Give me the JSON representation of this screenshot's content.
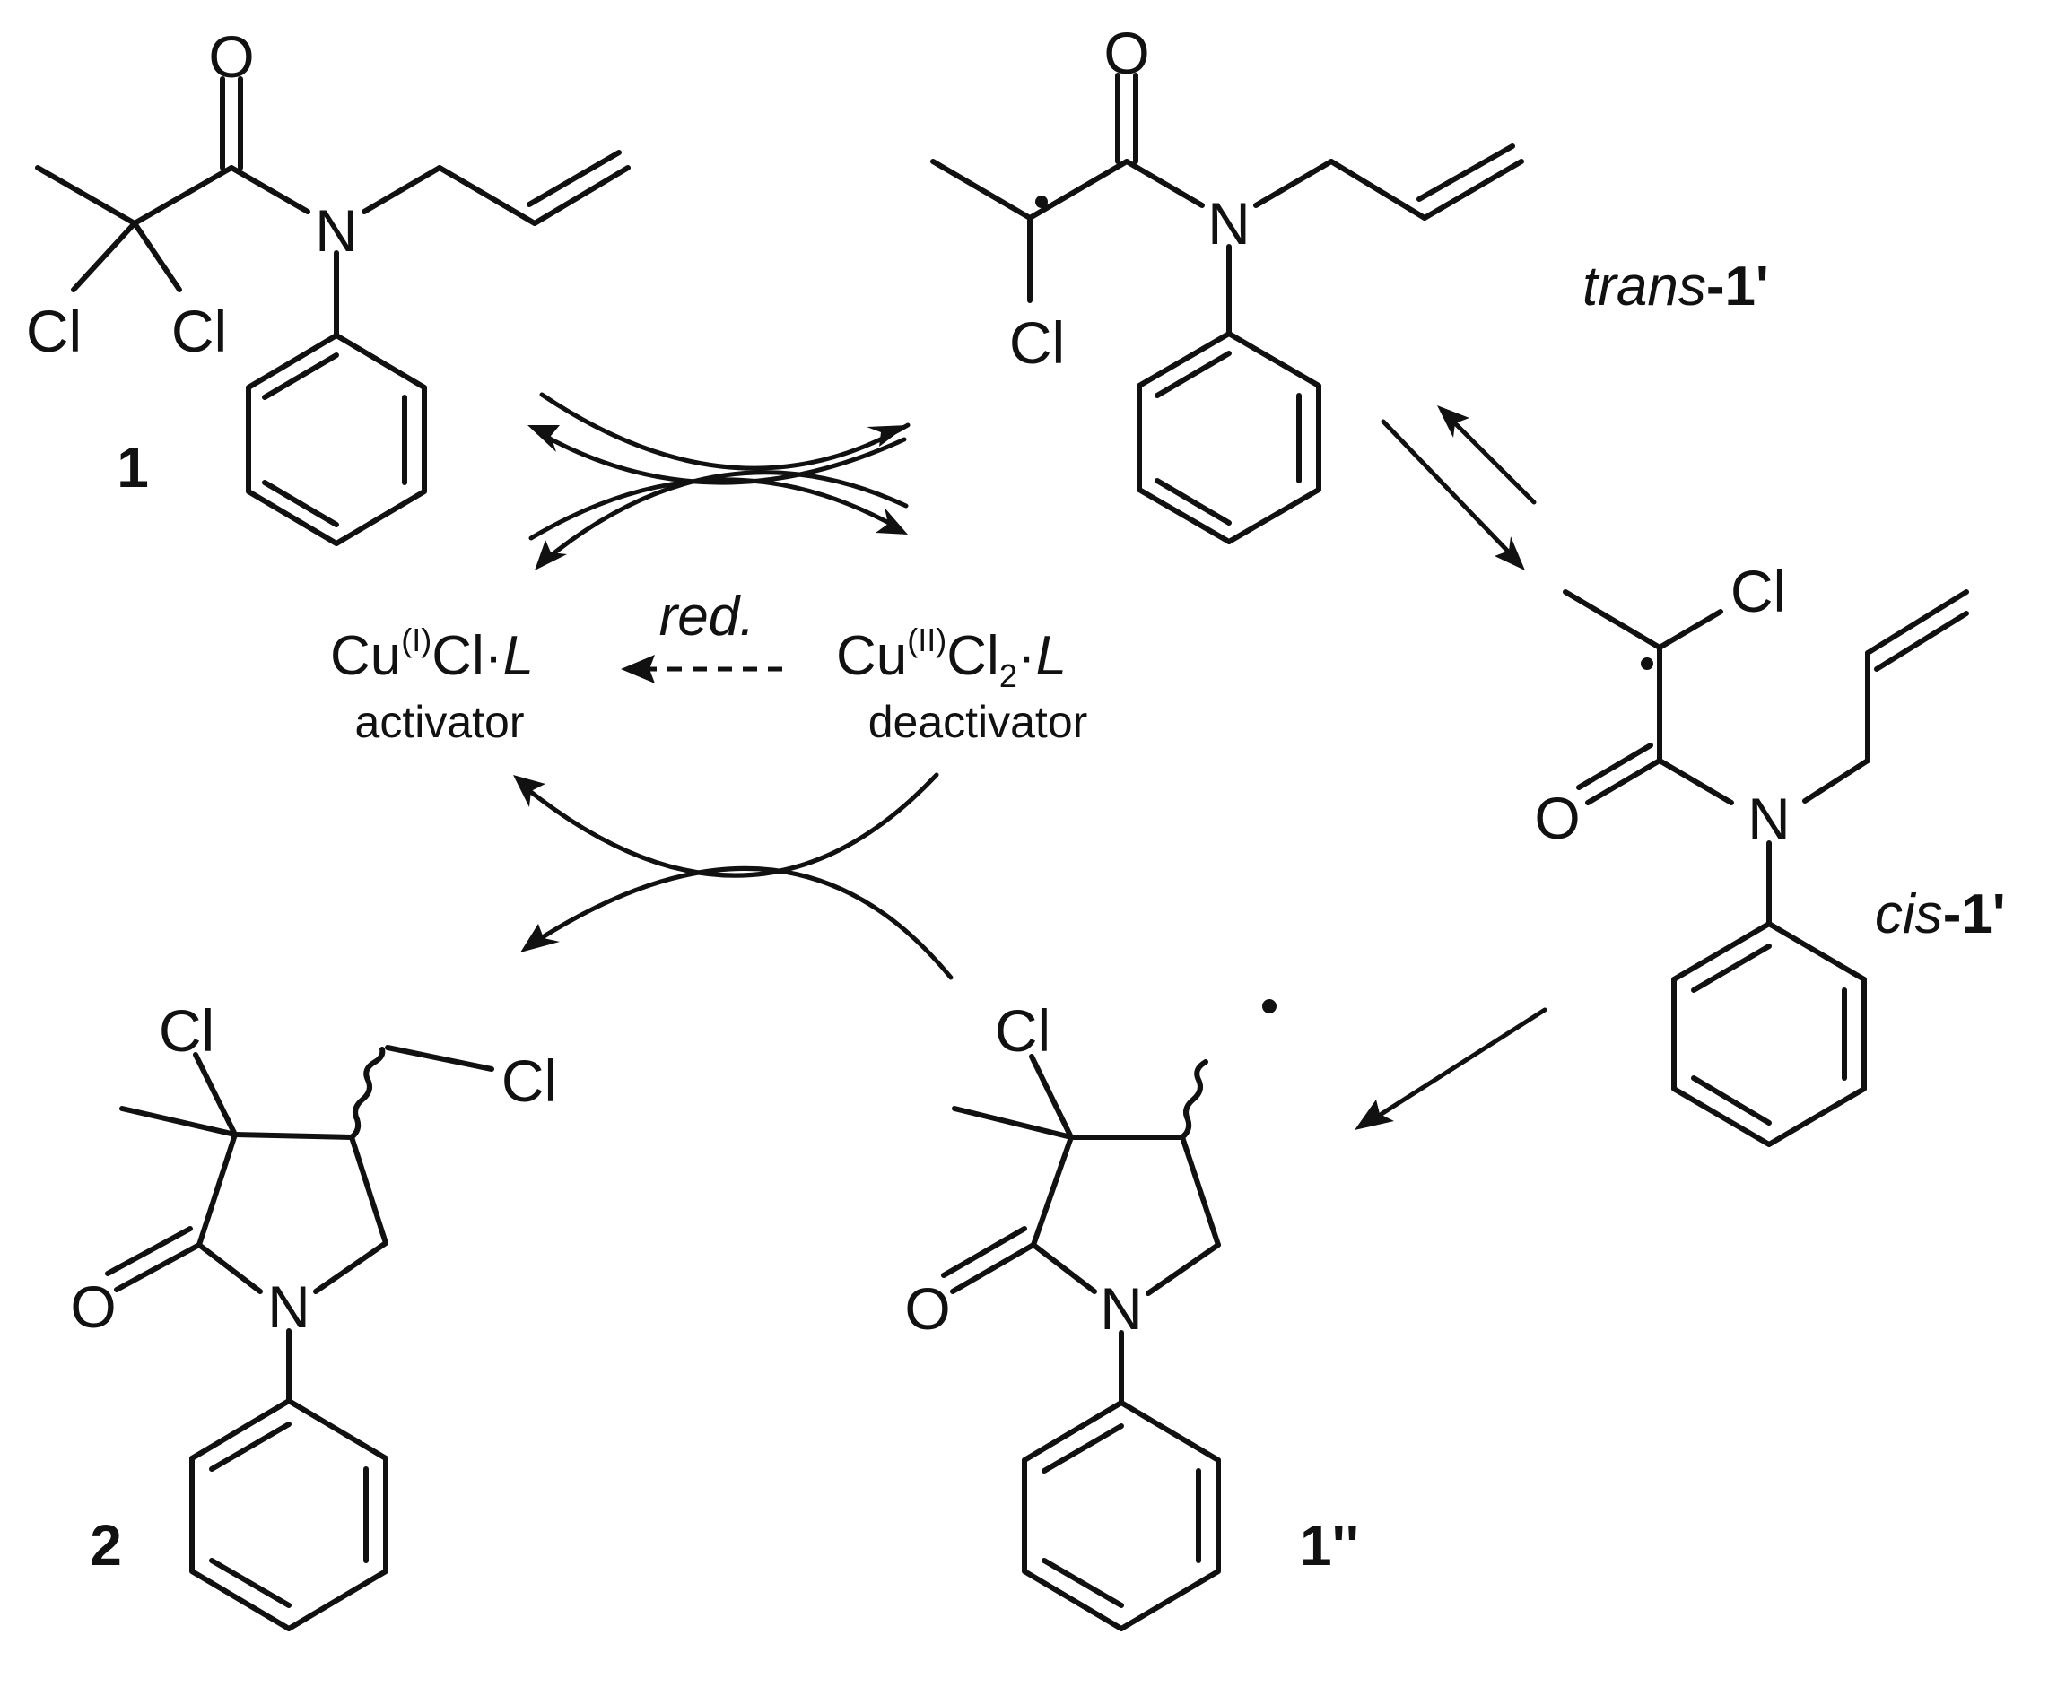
{
  "labels": {
    "cl": "Cl",
    "o": "O",
    "n": "N"
  },
  "compounds": {
    "c1": "1",
    "c2": "2",
    "trans_prefix": "trans",
    "trans_suffix": "-1'",
    "cis_prefix": "cis",
    "cis_suffix": "-1'",
    "c1pp": "1''"
  },
  "catalysts": {
    "activator_base": "Cu",
    "activator_ox": "(I)",
    "activator_rest": "Cl·",
    "activator_ligand": "L",
    "activator_caption": "activator",
    "deactivator_base": "Cu",
    "deactivator_ox": "(II)",
    "deactivator_rest": "Cl",
    "deactivator_sub": "2",
    "deactivator_dot": "·",
    "deactivator_ligand": "L",
    "deactivator_caption": "deactivator",
    "reduction": "red."
  }
}
